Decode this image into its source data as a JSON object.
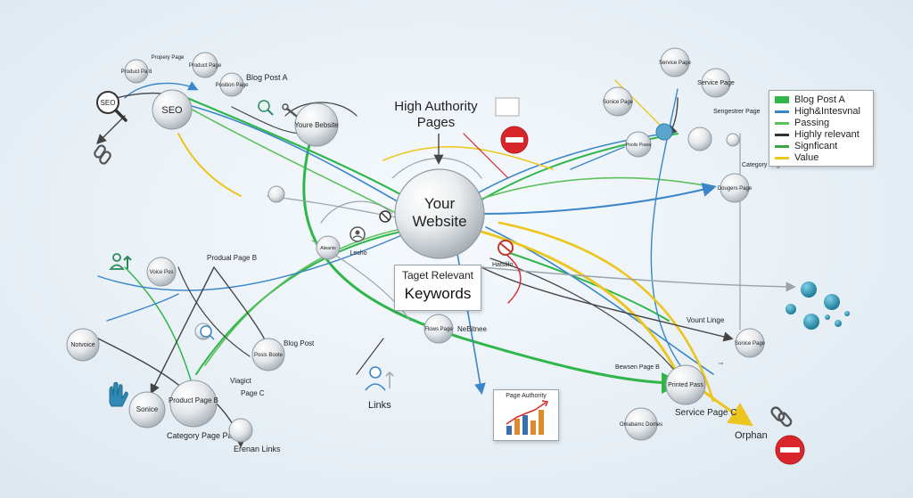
{
  "center": {
    "line1": "Your",
    "line2": "Website"
  },
  "high_authority": {
    "line1": "High Authority",
    "line2": "Pages"
  },
  "keywords_box": {
    "small": "Taget Relevant",
    "big": "Keywords"
  },
  "chart_card": {
    "title": "Page Authority"
  },
  "legend": {
    "items": [
      {
        "label": "Blog Post A",
        "color": "#2fb64a"
      },
      {
        "label": "High&Intesvnal",
        "color": "#3a86c8"
      },
      {
        "label": "Passing",
        "color": "#5cc05a"
      },
      {
        "label": "Highly relevant",
        "color": "#333333"
      },
      {
        "label": "Signficant",
        "color": "#39a843"
      },
      {
        "label": "Value",
        "color": "#e9c81c"
      }
    ]
  },
  "nodes": {
    "seo": "SEO",
    "seo_badge": "SEO",
    "propery_page": "Propery Page",
    "product_pa": "Product Pa 8",
    "product_page": "Product Page",
    "position_page": "Position Page",
    "blog_post_a": "Blog Post A",
    "your_bebsite": "Youre Bebsite",
    "alwants": "Alwants",
    "lesho": "Lesho",
    "service_page_top": "Service Page",
    "service_page_right": "Service Page",
    "sonice_page": "Sonice Page",
    "sengestrer_page": "Sengestrer Page",
    "poolis": "Poolis Poara",
    "category_page_right": "Category Page",
    "dougers_page": "Dougers Page",
    "voice_pos": "Voice Pos",
    "product_page_b_top": "Produal Page B",
    "notvoice": "Notvoice",
    "product_page_b": "Product Page B",
    "sonice": "Sonice",
    "category_page_bottom": "Category Page Page",
    "eremain_links": "Erenan Links",
    "viagict": "Viagict",
    "page_c": "Page C",
    "blog_post": "Blog Post",
    "posis_boote": "Posis Boote",
    "flows_page": "Flows Page",
    "netbitnee": "NeBitnee",
    "hatslifo": "Hatslifo",
    "links": "Links",
    "vount_linge": "Vount Linge",
    "sonice_page_right": "Sonice Page",
    "bewsen_page": "Bewsen Page B",
    "printed_pass": "Printed Pass",
    "service_page_c": "Service Page C",
    "omabamc_domes": "Omabamc Domes",
    "orphan": "Orphan"
  },
  "colors": {
    "green": "#2fb64a",
    "blue": "#3a86c8",
    "yellow": "#ecc51f",
    "dark": "#4a4a4a",
    "red": "#d9262b",
    "teal": "#2d8fb0"
  },
  "icons": [
    "search-icon",
    "link-icon",
    "user-icon",
    "hand-icon",
    "no-entry-icon",
    "teal-dots-icon",
    "bar-chart-icon"
  ]
}
